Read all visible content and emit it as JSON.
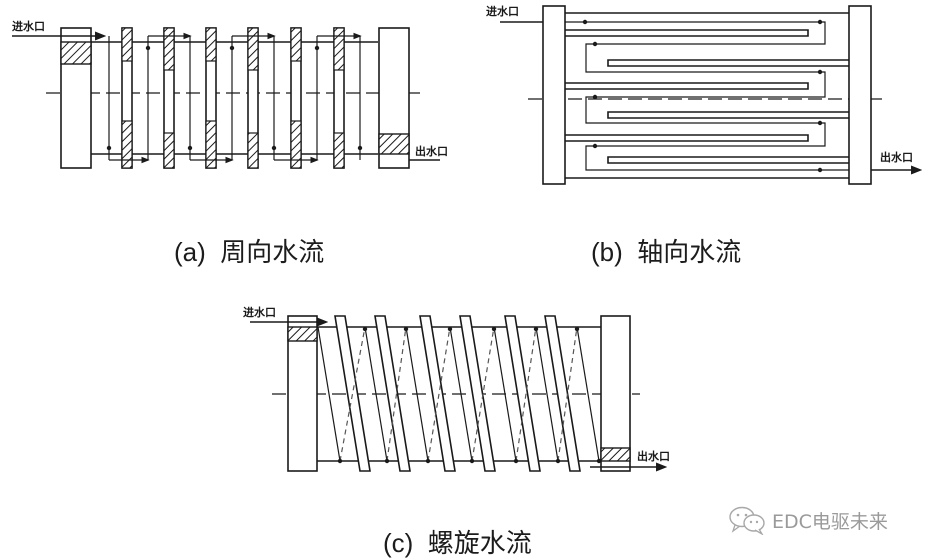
{
  "figure": {
    "labels": {
      "inlet": "进水口",
      "outlet": "出水口"
    },
    "panels": [
      {
        "id": "a",
        "tag": "(a)",
        "title": "周向水流"
      },
      {
        "id": "b",
        "tag": "(b)",
        "title": "轴向水流"
      },
      {
        "id": "c",
        "tag": "(c)",
        "title": "螺旋水流"
      }
    ]
  },
  "watermark": {
    "text": "EDC电驱未来",
    "icon": "wechat-icon",
    "color": "#9a9a9a"
  }
}
